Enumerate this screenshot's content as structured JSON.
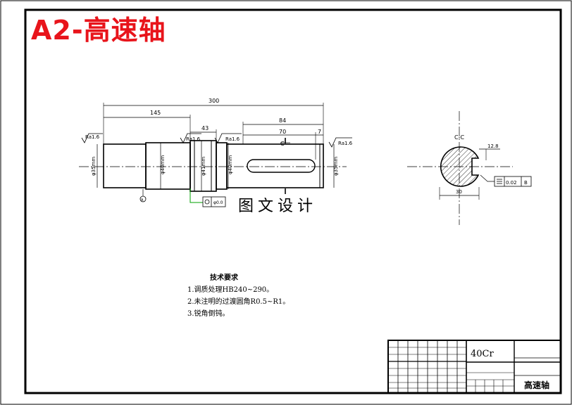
{
  "sheet_title": "A2-高速轴",
  "watermark": "图文设计",
  "dimensions": {
    "overall_length": "300",
    "length_145": "145",
    "length_43": "43",
    "length_84": "84",
    "length_70": "70",
    "length_7": "7",
    "dia_35_left": "φ35mm",
    "dia_40": "φ40mm",
    "dia_41": "φ41mm",
    "dia_40_b": "φ40mm",
    "dia_35_right": "φ35mm",
    "roughness_1": "Ra1.6",
    "roughness_2": "Ra1.6",
    "roughness_3": "Ra1.6",
    "roughness_4": "Ra1.6",
    "datum": "A",
    "section_cut_label": "C",
    "tolerance_frame": "φ0.0",
    "section_dim_12": "12.8",
    "section_dim_30": "30",
    "section_label": "C-C",
    "section_tol_value": "0.02",
    "section_tol_datum": "B"
  },
  "tech_requirements": {
    "heading": "技术要求",
    "items": [
      "1.调质处理HB240~290。",
      "2.未注明的过渡圆角R0.5~R1。",
      "3.锐角倒钝。"
    ]
  },
  "title_block": {
    "material": "40Cr",
    "part_name": "高速轴"
  },
  "colors": {
    "title": "#e8141b",
    "line": "#000000",
    "leader": "#00a000"
  }
}
